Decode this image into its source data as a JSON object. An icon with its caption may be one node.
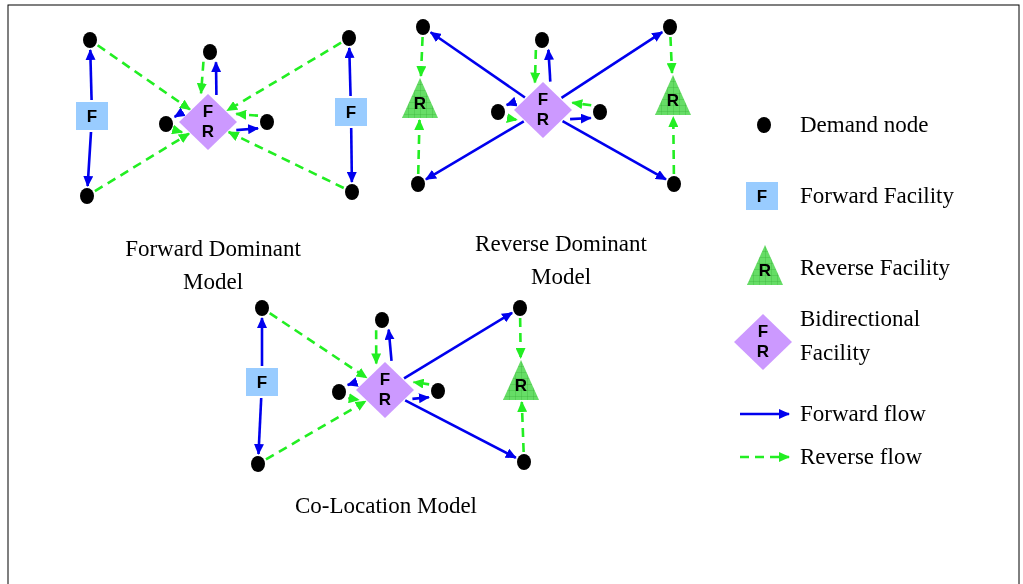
{
  "diagram": {
    "nodes": [
      {
        "text": [],
        "shape": "circle"
      },
      {
        "text": [
          "F"
        ]
      },
      {
        "text": [],
        "shape": "circle"
      },
      {
        "text": [],
        "shape": "circle"
      },
      {
        "text": [
          "F R"
        ]
      },
      {
        "text": [],
        "shape": "circle"
      },
      {
        "text": [],
        "shape": "circle"
      },
      {
        "text": [],
        "shape": "circle"
      },
      {
        "text": [
          "F"
        ]
      },
      {
        "text": [],
        "shape": "circle"
      },
      {
        "text": [],
        "shape": "circle"
      },
      {
        "text": [
          "R"
        ]
      },
      {
        "text": [],
        "shape": "circle"
      },
      {
        "text": [],
        "shape": "circle"
      },
      {
        "text": [
          "F R"
        ]
      },
      {
        "text": [],
        "shape": "circle"
      },
      {
        "text": [],
        "shape": "circle"
      },
      {
        "text": [],
        "shape": "circle"
      },
      {
        "text": [
          "R"
        ]
      },
      {
        "text": [],
        "shape": "circle"
      },
      {
        "text": [],
        "shape": "circle"
      },
      {
        "text": [
          "F"
        ]
      },
      {
        "text": [],
        "shape": "circle"
      },
      {
        "text": [],
        "shape": "circle"
      },
      {
        "text": [
          "F R"
        ]
      },
      {
        "text": [],
        "shape": "circle"
      },
      {
        "text": [],
        "shape": "circle"
      },
      {
        "text": [],
        "shape": "circle"
      },
      {
        "text": [
          "R"
        ]
      },
      {
        "text": [],
        "shape": "circle"
      },
      {
        "text": [],
        "shape": "circle"
      },
      {
        "text": [
          "F"
        ]
      },
      {
        "text": [
          "R"
        ]
      },
      {
        "text": [
          "F R"
        ]
      }
    ],
    "edges": [
      {
        "from": 1,
        "to": 0,
        "arrow": "to"
      },
      {
        "from": 1,
        "to": 2,
        "arrow": "to"
      },
      {
        "from": 0,
        "to": 4,
        "arrow": "to",
        "style": "dashed",
        "color": "#22ee22"
      },
      {
        "from": 2,
        "to": 4,
        "arrow": "to",
        "style": "dashed",
        "color": "#22ee22"
      },
      {
        "from": 4,
        "to": 3,
        "arrow": "to"
      },
      {
        "from": 3,
        "to": 4,
        "arrow": "to",
        "style": "dashed",
        "color": "#22ee22"
      },
      {
        "from": 4,
        "to": 5,
        "arrow": "to"
      },
      {
        "from": 5,
        "to": 4,
        "arrow": "to",
        "style": "dashed",
        "color": "#22ee22"
      },
      {
        "from": 4,
        "to": 6,
        "arrow": "to"
      },
      {
        "from": 6,
        "to": 4,
        "arrow": "to",
        "style": "dashed",
        "color": "#22ee22"
      },
      {
        "from": 7,
        "to": 4,
        "arrow": "to",
        "style": "dashed",
        "color": "#22ee22"
      },
      {
        "from": 9,
        "to": 4,
        "arrow": "to",
        "style": "dashed",
        "color": "#22ee22"
      },
      {
        "from": 8,
        "to": 7,
        "arrow": "to"
      },
      {
        "from": 8,
        "to": 9,
        "arrow": "to"
      },
      {
        "from": 10,
        "to": 11,
        "arrow": "to",
        "style": "dashed",
        "color": "#22ee22"
      },
      {
        "from": 12,
        "to": 11,
        "arrow": "to",
        "style": "dashed",
        "color": "#22ee22"
      },
      {
        "from": 14,
        "to": 10,
        "arrow": "to"
      },
      {
        "from": 14,
        "to": 12,
        "arrow": "to"
      },
      {
        "from": 14,
        "to": 13,
        "arrow": "to"
      },
      {
        "from": 13,
        "to": 14,
        "arrow": "to",
        "style": "dashed",
        "color": "#22ee22"
      },
      {
        "from": 14,
        "to": 15,
        "arrow": "to"
      },
      {
        "from": 15,
        "to": 14,
        "arrow": "to",
        "style": "dashed",
        "color": "#22ee22"
      },
      {
        "from": 14,
        "to": 16,
        "arrow": "to"
      },
      {
        "from": 16,
        "to": 14,
        "arrow": "to",
        "style": "dashed",
        "color": "#22ee22"
      },
      {
        "from": 14,
        "to": 17,
        "arrow": "to"
      },
      {
        "from": 14,
        "to": 19,
        "arrow": "to"
      },
      {
        "from": 17,
        "to": 18,
        "arrow": "to",
        "style": "dashed",
        "color": "#22ee22"
      },
      {
        "from": 19,
        "to": 18,
        "arrow": "to",
        "style": "dashed",
        "color": "#22ee22"
      },
      {
        "from": 21,
        "to": 20,
        "arrow": "to"
      },
      {
        "from": 21,
        "to": 22,
        "arrow": "to"
      },
      {
        "from": 20,
        "to": 24,
        "arrow": "to",
        "style": "dashed",
        "color": "#22ee22"
      },
      {
        "from": 22,
        "to": 24,
        "arrow": "to",
        "style": "dashed",
        "color": "#22ee22"
      },
      {
        "from": 24,
        "to": 23,
        "arrow": "to"
      },
      {
        "from": 23,
        "to": 24,
        "arrow": "to",
        "style": "dashed",
        "color": "#22ee22"
      },
      {
        "from": 24,
        "to": 25,
        "arrow": "to"
      },
      {
        "from": 25,
        "to": 24,
        "arrow": "to",
        "style": "dashed",
        "color": "#22ee22"
      },
      {
        "from": 24,
        "to": 26,
        "arrow": "to"
      },
      {
        "from": 26,
        "to": 24,
        "arrow": "to",
        "style": "dashed",
        "color": "#22ee22"
      },
      {
        "from": 24,
        "to": 27,
        "arrow": "to"
      },
      {
        "from": 24,
        "to": 29,
        "arrow": "to"
      },
      {
        "from": 27,
        "to": 28,
        "arrow": "to",
        "style": "dashed",
        "color": "#22ee22"
      },
      {
        "from": 29,
        "to": 28,
        "arrow": "to",
        "style": "dashed",
        "color": "#22ee22"
      }
    ],
    "labels": [
      "Forward Dominant Model",
      "Reverse Dominant Model",
      "Co-Location Model"
    ],
    "legend": [
      {
        "text": "Demand node"
      },
      {
        "text": "Forward Facility"
      },
      {
        "text": "Reverse Facility"
      },
      {
        "text": "Bidirectional Facility"
      },
      {
        "text": "Forward flow"
      },
      {
        "text": "Reverse flow"
      }
    ]
  }
}
